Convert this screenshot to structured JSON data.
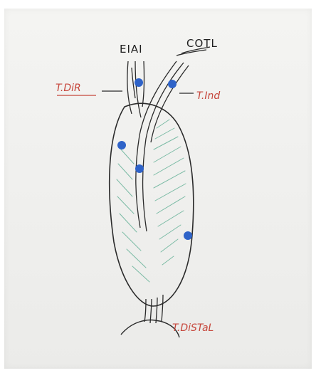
{
  "diagram": {
    "labels": {
      "top_left": "EIAI",
      "top_right": "COTL",
      "left_red": "T.DiR",
      "right_red": "T.Ind",
      "bottom_red": "T.DiSTaL"
    },
    "colors": {
      "background": "#f0f0ee",
      "ink_black": "#1f1f1f",
      "ink_red": "#c6463b",
      "hatch_green": "#7bbba5",
      "dot_blue": "#2f63c8"
    }
  }
}
